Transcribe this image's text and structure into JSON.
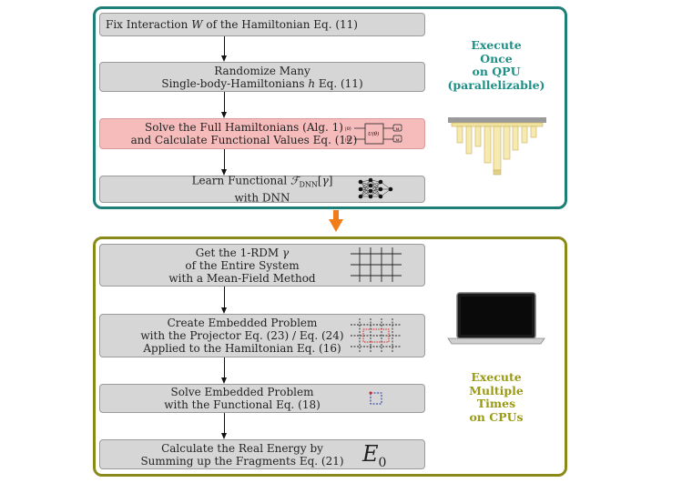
{
  "qpu_panel": {
    "label_lines": [
      "Execute",
      "Once",
      "on QPU",
      "(parallelizable)"
    ],
    "boxes": [
      {
        "lines": [
          "Fix Interaction W of the Hamiltonian Eq. (11)"
        ]
      },
      {
        "lines": [
          "Randomize Many",
          "Single-body-Hamiltonians h Eq. (11)"
        ]
      },
      {
        "lines": [
          "Solve the Full Hamiltonians (Alg. 1)",
          "and Calculate Functional Values Eq. (12)"
        ]
      },
      {
        "lines": [
          "Learn Functional F_DNN[γ]",
          "with DNN"
        ]
      }
    ],
    "circuit_labels": {
      "in1": "|0⟩",
      "in2": "|0⟩",
      "gate": "U(θ)",
      "out1": "M",
      "out2": "M"
    }
  },
  "cpu_panel": {
    "label_lines": [
      "Execute",
      "Multiple",
      "Times",
      "on CPUs"
    ],
    "boxes": [
      {
        "lines": [
          "Get the 1-RDM γ",
          "of the Entire System",
          "with a Mean-Field Method"
        ]
      },
      {
        "lines": [
          "Create Embedded Problem",
          "with the Projector Eq. (23) / Eq. (24)",
          "Applied to the Hamiltonian Eq. (16)"
        ]
      },
      {
        "lines": [
          "Solve Embedded Problem",
          "with the Functional Eq. (18)"
        ]
      },
      {
        "lines": [
          "Calculate the Real Energy by",
          "Summing up the Fragments Eq. (21)"
        ]
      }
    ],
    "energy_symbol": "E",
    "energy_subscript": "0"
  },
  "colors": {
    "qpu": "#1e7f78",
    "cpu": "#8a8a1a",
    "transition_arrow": "#f07d1a",
    "highlight_box": "#f6bcbc"
  }
}
